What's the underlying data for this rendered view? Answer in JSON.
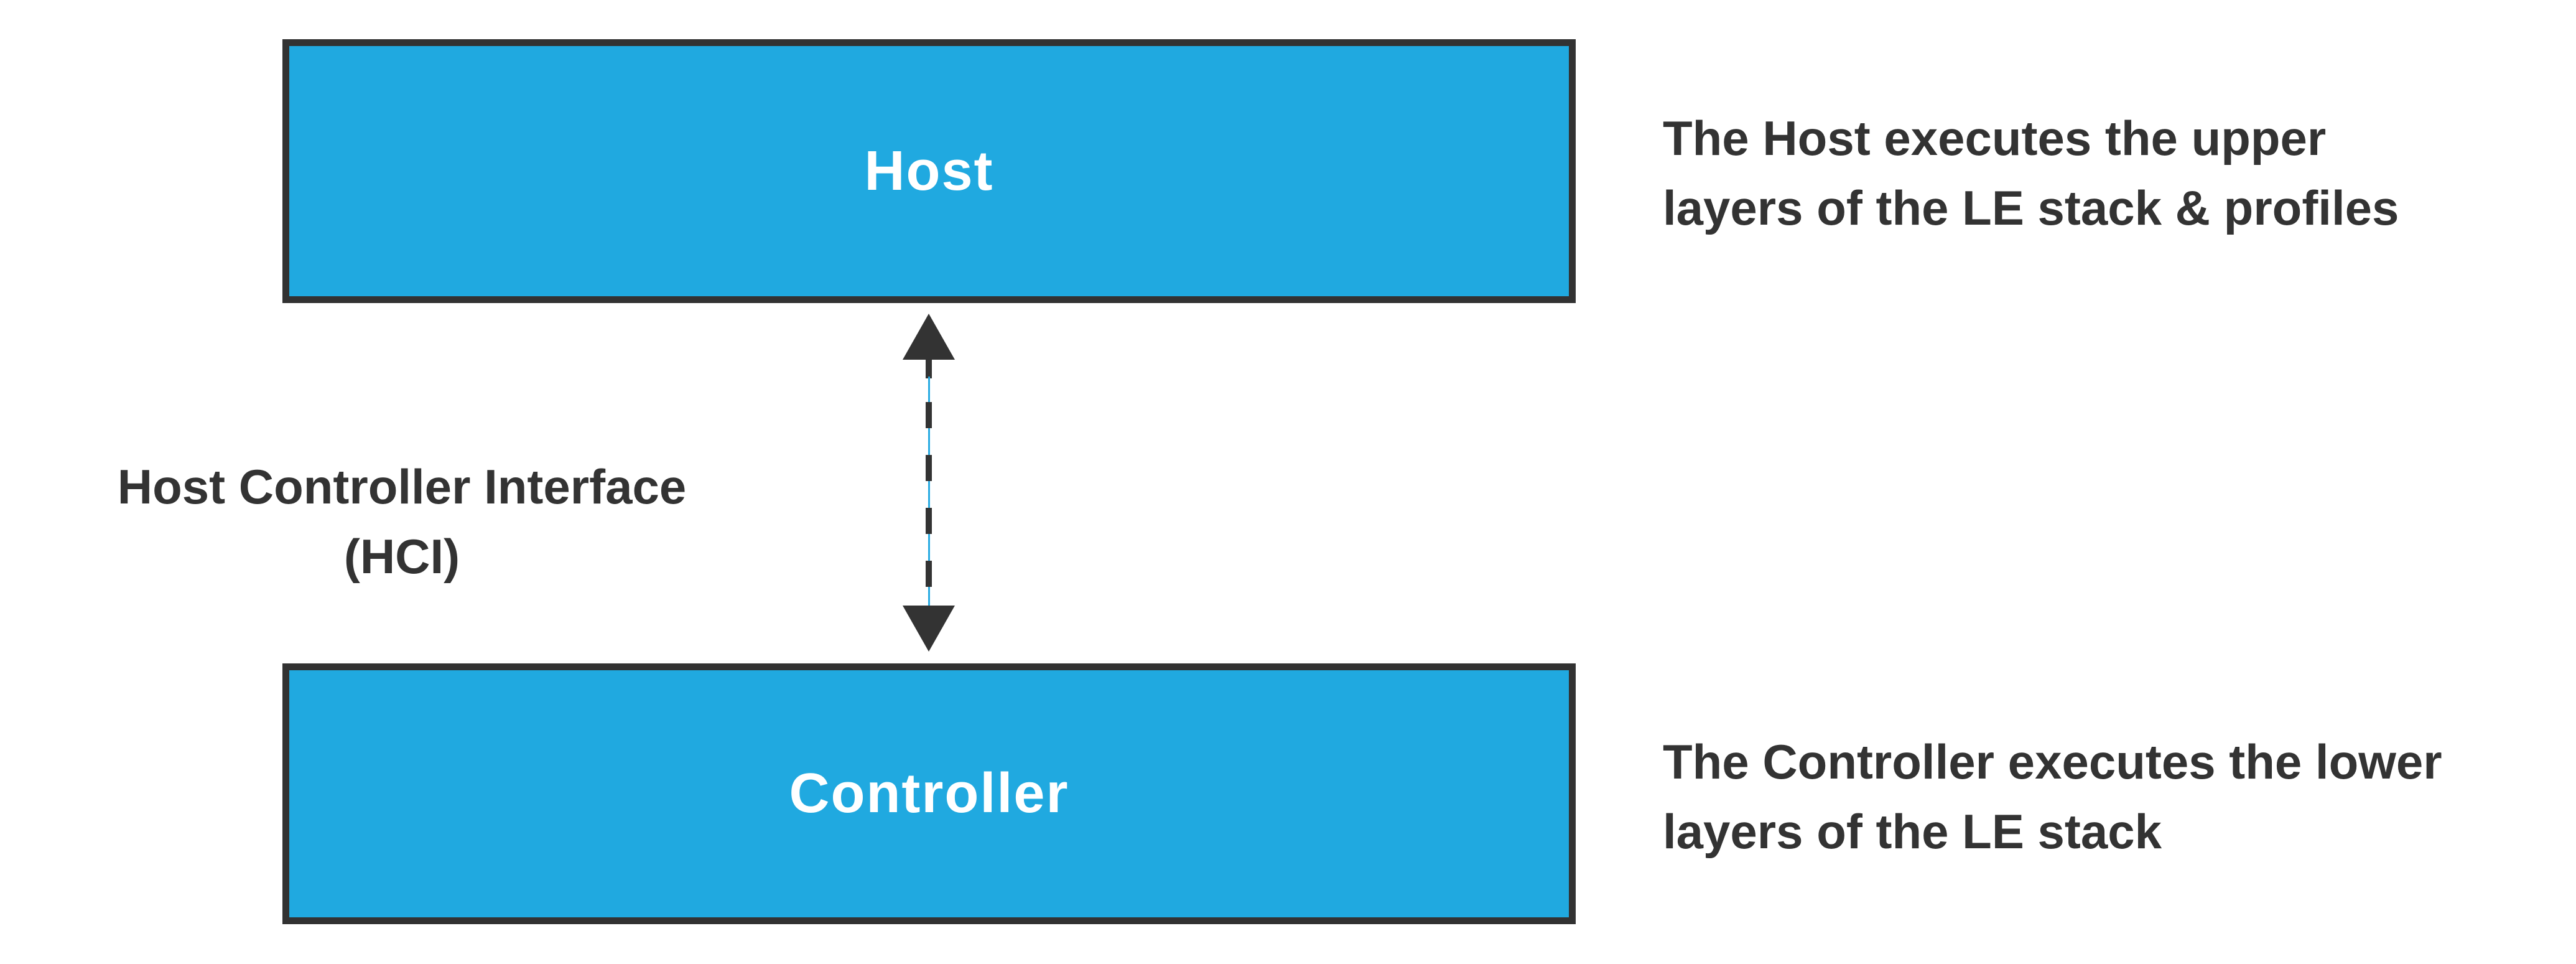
{
  "nodes": {
    "host": {
      "label": "Host"
    },
    "controller": {
      "label": "Controller"
    }
  },
  "connector": {
    "label_line1": "Host Controller Interface",
    "label_line2": "(HCI)",
    "style": "dashed-double-arrow"
  },
  "annotations": {
    "host_note_line1": "The Host executes the upper",
    "host_note_line2": "layers of the LE stack & profiles",
    "controller_note_line1": "The Controller executes the lower",
    "controller_note_line2": "layers of the LE stack"
  },
  "colors": {
    "box_fill": "#20A9E0",
    "box_border": "#323232",
    "text_dark": "#333333",
    "arrow_dark": "#333333",
    "connector_thin_line": "#29ABE2",
    "box_label_text": "#FFFFFF",
    "background": "#FFFFFF"
  }
}
